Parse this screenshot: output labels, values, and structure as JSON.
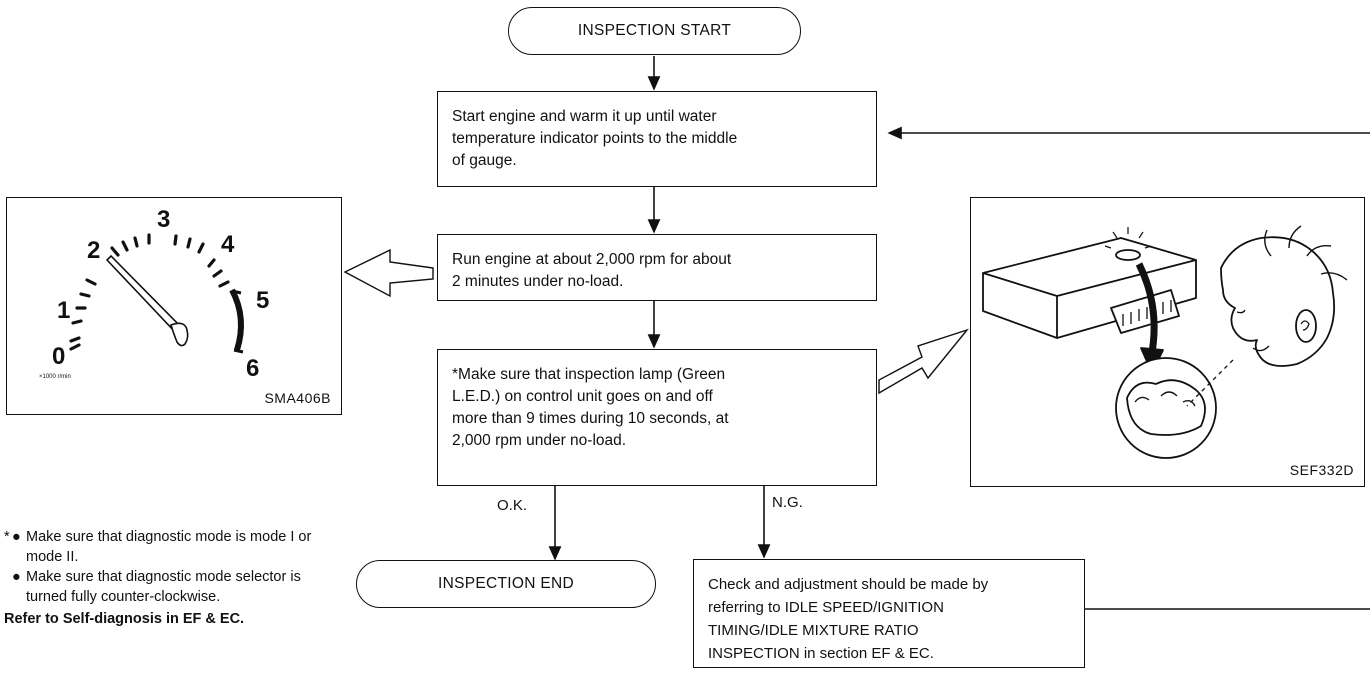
{
  "flowchart": {
    "start": "INSPECTION START",
    "step1": "Start engine and warm it up until water\ntemperature indicator points to the middle\nof gauge.",
    "step2": "Run engine at about 2,000 rpm for about\n2 minutes under no-load.",
    "step3": "*Make sure that inspection lamp (Green\nL.E.D.) on control unit goes on and off\nmore than 9 times during 10 seconds, at\n2,000 rpm under no-load.",
    "ok_label": "O.K.",
    "ng_label": "N.G.",
    "end": "INSPECTION END",
    "ng_action": "Check and adjustment should be made by\nreferring to IDLE SPEED/IGNITION\nTIMING/IDLE MIXTURE RATIO\nINSPECTION in section EF & EC."
  },
  "tachometer_figure": {
    "code": "SMA406B",
    "scale_numbers": [
      "0",
      "1",
      "2",
      "3",
      "4",
      "5",
      "6"
    ],
    "unit": "×1000 r/min",
    "needle_value": 2
  },
  "control_unit_figure": {
    "code": "SEF332D"
  },
  "notes": {
    "asterisk": "*",
    "bullet": "●",
    "items": [
      "Make sure that diagnostic mode is mode I or mode II.",
      "Make sure that diagnostic mode selector is turned fully counter-clockwise."
    ],
    "footer": "Refer to Self-diagnosis in EF & EC."
  }
}
